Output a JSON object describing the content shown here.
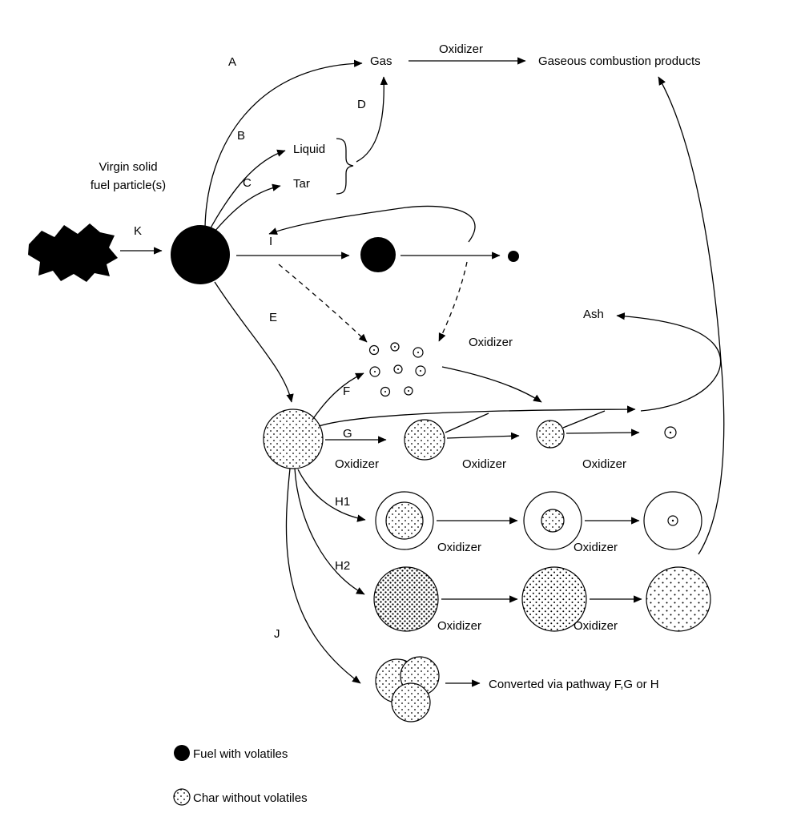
{
  "diagram": {
    "source_label_line1": "Virgin solid",
    "source_label_line2": "fuel particle(s)",
    "oxidizer": "Oxidizer",
    "nodes": {
      "gas": "Gas",
      "gaseous_products": "Gaseous combustion products",
      "liquid": "Liquid",
      "tar": "Tar",
      "ash": "Ash",
      "converted": "Converted via pathway F,G or H"
    },
    "pathways": {
      "a": "A",
      "b": "B",
      "c": "C",
      "d": "D",
      "e": "E",
      "f": "F",
      "g": "G",
      "h1": "H1",
      "h2": "H2",
      "i": "I",
      "j": "J",
      "k": "K"
    },
    "legend": {
      "fuel_with_volatiles": "Fuel with volatiles",
      "char_without_volatiles": "Char without volatiles"
    }
  }
}
